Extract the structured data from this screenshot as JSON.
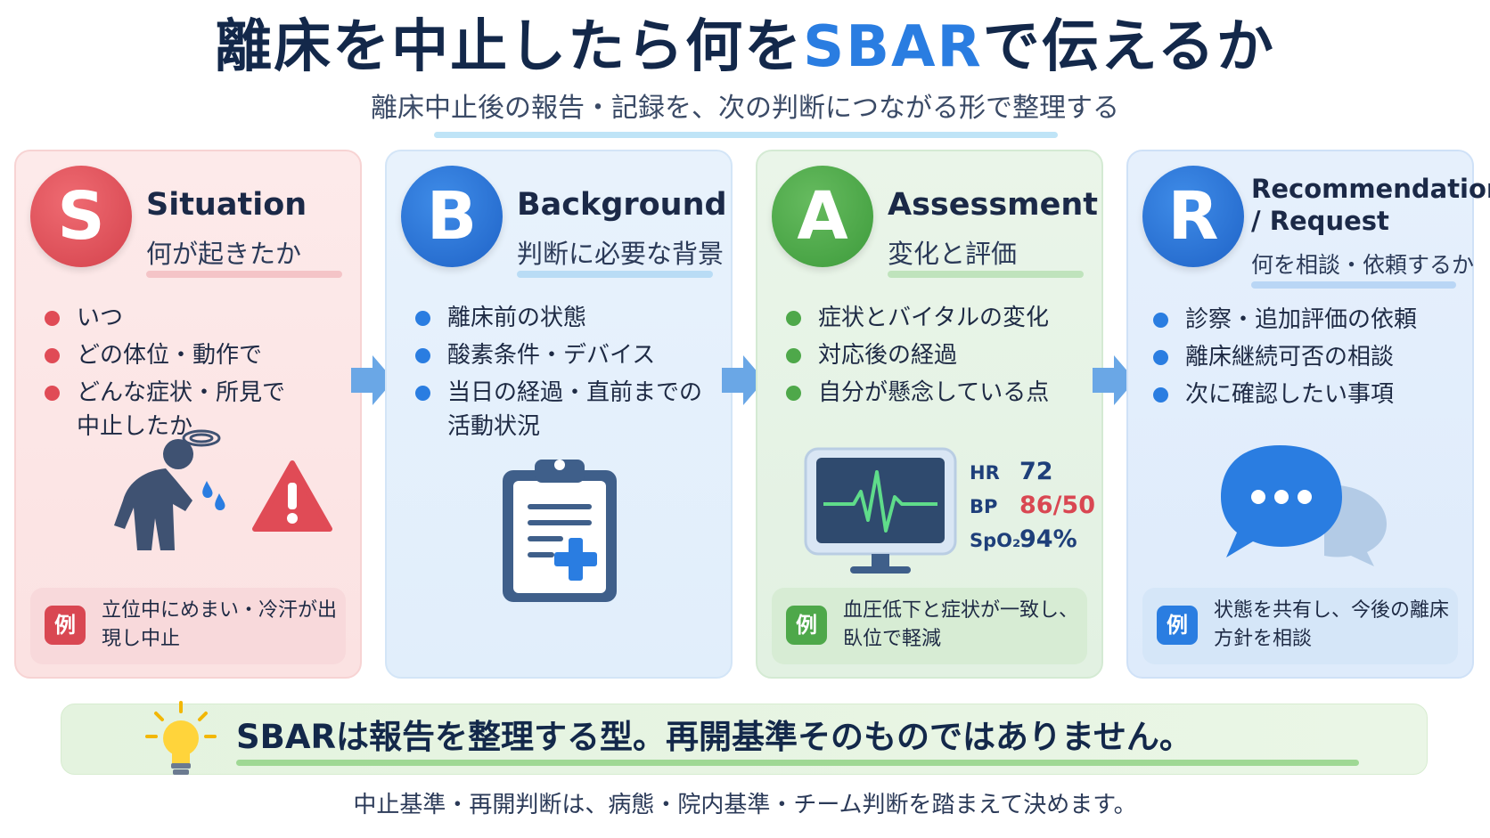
{
  "title": {
    "part1": "離床を中止したら何を",
    "highlight": "SBAR",
    "part2": "で伝えるか"
  },
  "subtitle": "離床中止後の報告・記録を、次の判断につながる形で整理する",
  "cards": {
    "s": {
      "letter": "S",
      "heading": "Situation",
      "jp": "何が起きたか",
      "bullets": [
        "いつ",
        "どの体位・動作で",
        "どんな症状・所見で中止したか"
      ],
      "example_tag": "例",
      "example": "立位中にめまい・冷汗が出現し中止",
      "accent": "#d94752"
    },
    "b": {
      "letter": "B",
      "heading": "Background",
      "jp": "判断に必要な背景",
      "bullets": [
        "離床前の状態",
        "酸素条件・デバイス",
        "当日の経過・直前までの活動状況"
      ],
      "accent": "#2a7de1"
    },
    "a": {
      "letter": "A",
      "heading": "Assessment",
      "jp": "変化と評価",
      "bullets": [
        "症状とバイタルの変化",
        "対応後の経過",
        "自分が懸念している点"
      ],
      "vitals": [
        {
          "key": "HR",
          "value": "72"
        },
        {
          "key": "BP",
          "value": "86/50"
        },
        {
          "key": "SpO₂",
          "value": "94%"
        }
      ],
      "example_tag": "例",
      "example": "血圧低下と症状が一致し、臥位で軽減",
      "accent": "#4ea84a"
    },
    "r": {
      "letter": "R",
      "heading": "Recommendation / Request",
      "jp": "何を相談・依頼するか",
      "bullets": [
        "診察・追加評価の依頼",
        "離床継続可否の相談",
        "次に確認したい事項"
      ],
      "example_tag": "例",
      "example": "状態を共有し、今後の離床方針を相談",
      "accent": "#2a7de1"
    }
  },
  "tip": "SBARは報告を整理する型。再開基準そのものではありません。",
  "footer": "中止基準・再開判断は、病態・院内基準・チーム判断を踏まえて決めます。",
  "icons": [
    "dizzy-person-icon",
    "warning-icon",
    "clipboard-icon",
    "monitor-icon",
    "chat-bubbles-icon",
    "lightbulb-icon",
    "arrow-right-icon"
  ]
}
